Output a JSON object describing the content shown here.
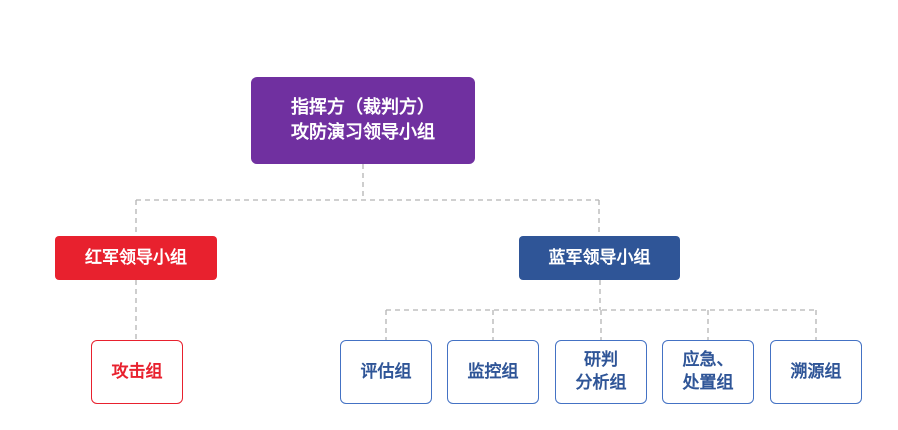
{
  "root": {
    "line1": "指挥方（裁判方）",
    "line2": "攻防演习领导小组"
  },
  "red_team": {
    "label": "红军领导小组",
    "color": "#e8212e",
    "children": [
      {
        "label": "攻击组"
      }
    ]
  },
  "blue_team": {
    "label": "蓝军领导小组",
    "color": "#2f5597",
    "children": [
      {
        "line1": "评估组",
        "line2": ""
      },
      {
        "line1": "监控组",
        "line2": ""
      },
      {
        "line1": "研判",
        "line2": "分析组"
      },
      {
        "line1": "应急、",
        "line2": "处置组"
      },
      {
        "line1": "溯源组",
        "line2": ""
      }
    ]
  },
  "colors": {
    "root": "#7030a0",
    "connector": "#b4b4b4",
    "blue_outline": "#4472c4"
  }
}
